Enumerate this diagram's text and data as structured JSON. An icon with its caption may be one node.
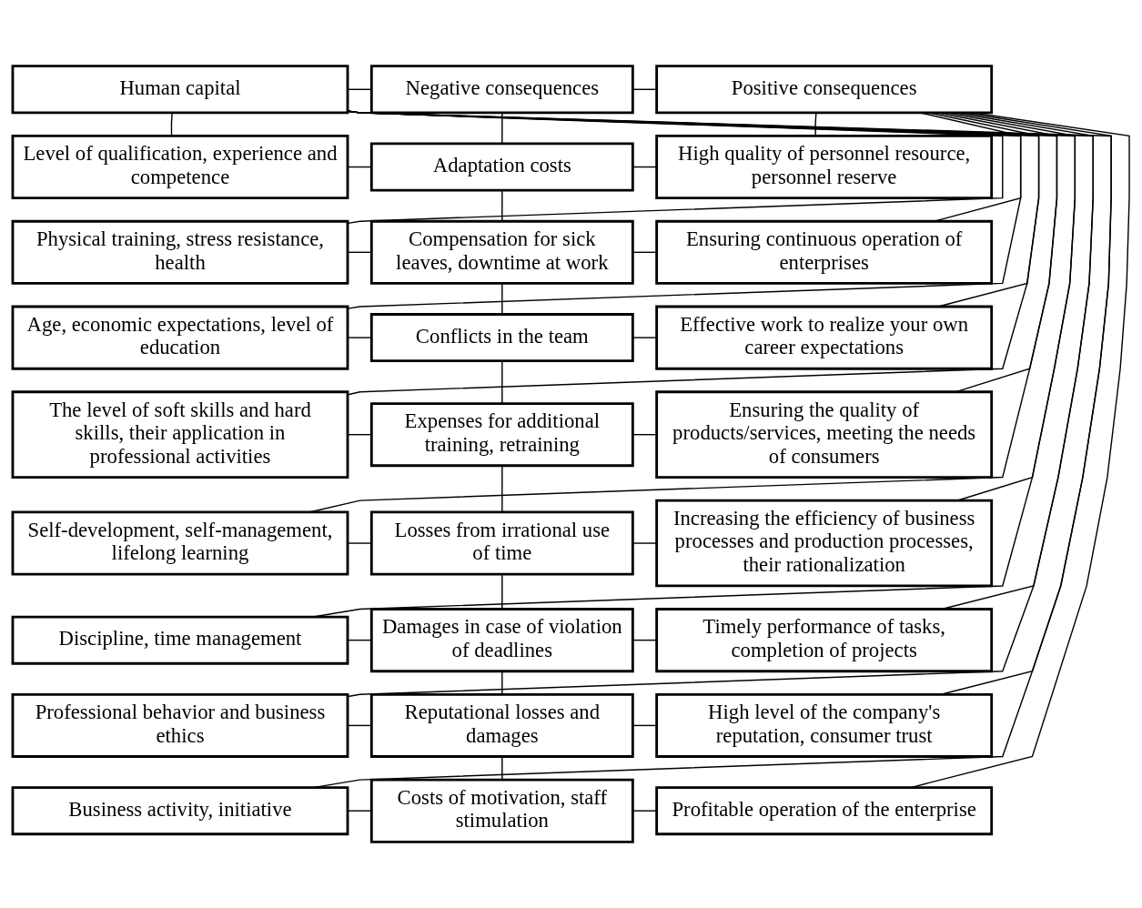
{
  "diagram": {
    "nodes": [
      {
        "text": [
          "Human capital"
        ]
      },
      {
        "text": [
          "Negative consequences"
        ]
      },
      {
        "text": [
          "Positive consequences"
        ]
      },
      {
        "text": [
          "Level of qualification, experience and competence"
        ]
      },
      {
        "text": [
          "Adaptation costs"
        ]
      },
      {
        "text": [
          "High quality of personnel resource, personnel reserve"
        ]
      },
      {
        "text": [
          "Physical training, stress resistance, health"
        ]
      },
      {
        "text": [
          "Compensation for sick leaves, downtime at work"
        ]
      },
      {
        "text": [
          "Ensuring continuous operation of enterprises"
        ]
      },
      {
        "text": [
          "Age, economic expectations, level of education"
        ]
      },
      {
        "text": [
          "Conflicts in the team"
        ]
      },
      {
        "text": [
          "Effective work to realize your own career expectations"
        ]
      },
      {
        "text": [
          "The level of soft skills and hard skills, their application in professional activities"
        ]
      },
      {
        "text": [
          "Expenses for additional training, retraining"
        ]
      },
      {
        "text": [
          "Ensuring the quality of products/services, meeting the needs of consumers"
        ]
      },
      {
        "text": [
          "Self-development, self-management, lifelong learning"
        ]
      },
      {
        "text": [
          "Losses from irrational use of time"
        ]
      },
      {
        "text": [
          "Increasing the efficiency of business processes and production processes, their rationalization"
        ]
      },
      {
        "text": [
          "Discipline, time management"
        ]
      },
      {
        "text": [
          "Damages in case of violation of deadlines"
        ]
      },
      {
        "text": [
          "Timely performance of tasks, completion of projects"
        ]
      },
      {
        "text": [
          "Professional behavior and business ethics"
        ]
      },
      {
        "text": [
          "Reputational losses and damages"
        ]
      },
      {
        "text": [
          "High level of the company's reputation, consumer trust"
        ]
      },
      {
        "text": [
          "Business activity, initiative"
        ]
      },
      {
        "text": [
          "Costs of motivation, staff stimulation"
        ]
      },
      {
        "text": [
          "Profitable operation of the enterprise"
        ]
      }
    ],
    "edges": [
      {
        "from": 0,
        "to": 1,
        "arrow": "none"
      },
      {
        "from": 1,
        "to": 2,
        "arrow": "none"
      },
      {
        "from": 0,
        "to": 3,
        "arrow": "none"
      },
      {
        "from": 0,
        "to": 6,
        "arrow": "none"
      },
      {
        "from": 0,
        "to": 9,
        "arrow": "none"
      },
      {
        "from": 0,
        "to": 12,
        "arrow": "none"
      },
      {
        "from": 0,
        "to": 15,
        "arrow": "none"
      },
      {
        "from": 0,
        "to": 18,
        "arrow": "none"
      },
      {
        "from": 0,
        "to": 21,
        "arrow": "none"
      },
      {
        "from": 0,
        "to": 24,
        "arrow": "none"
      },
      {
        "from": 1,
        "to": 4,
        "arrow": "none"
      },
      {
        "from": 4,
        "to": 7,
        "arrow": "none"
      },
      {
        "from": 7,
        "to": 10,
        "arrow": "none"
      },
      {
        "from": 10,
        "to": 13,
        "arrow": "none"
      },
      {
        "from": 13,
        "to": 16,
        "arrow": "none"
      },
      {
        "from": 16,
        "to": 19,
        "arrow": "none"
      },
      {
        "from": 19,
        "to": 22,
        "arrow": "none"
      },
      {
        "from": 22,
        "to": 25,
        "arrow": "none"
      },
      {
        "from": 2,
        "to": 5,
        "arrow": "none"
      },
      {
        "from": 2,
        "to": 8,
        "arrow": "none"
      },
      {
        "from": 2,
        "to": 11,
        "arrow": "none"
      },
      {
        "from": 2,
        "to": 14,
        "arrow": "none"
      },
      {
        "from": 2,
        "to": 17,
        "arrow": "none"
      },
      {
        "from": 2,
        "to": 20,
        "arrow": "none"
      },
      {
        "from": 2,
        "to": 23,
        "arrow": "none"
      },
      {
        "from": 2,
        "to": 26,
        "arrow": "none"
      },
      {
        "from": 3,
        "to": 4,
        "arrow": "none"
      },
      {
        "from": 4,
        "to": 5,
        "arrow": "none"
      },
      {
        "from": 6,
        "to": 7,
        "arrow": "none"
      },
      {
        "from": 7,
        "to": 8,
        "arrow": "none"
      },
      {
        "from": 9,
        "to": 10,
        "arrow": "none"
      },
      {
        "from": 10,
        "to": 11,
        "arrow": "none"
      },
      {
        "from": 12,
        "to": 13,
        "arrow": "none"
      },
      {
        "from": 13,
        "to": 14,
        "arrow": "none"
      },
      {
        "from": 15,
        "to": 16,
        "arrow": "none"
      },
      {
        "from": 16,
        "to": 17,
        "arrow": "none"
      },
      {
        "from": 18,
        "to": 19,
        "arrow": "none"
      },
      {
        "from": 19,
        "to": 20,
        "arrow": "none"
      },
      {
        "from": 21,
        "to": 22,
        "arrow": "none"
      },
      {
        "from": 22,
        "to": 23,
        "arrow": "none"
      },
      {
        "from": 24,
        "to": 25,
        "arrow": "none"
      },
      {
        "from": 25,
        "to": 26,
        "arrow": "none"
      }
    ]
  }
}
